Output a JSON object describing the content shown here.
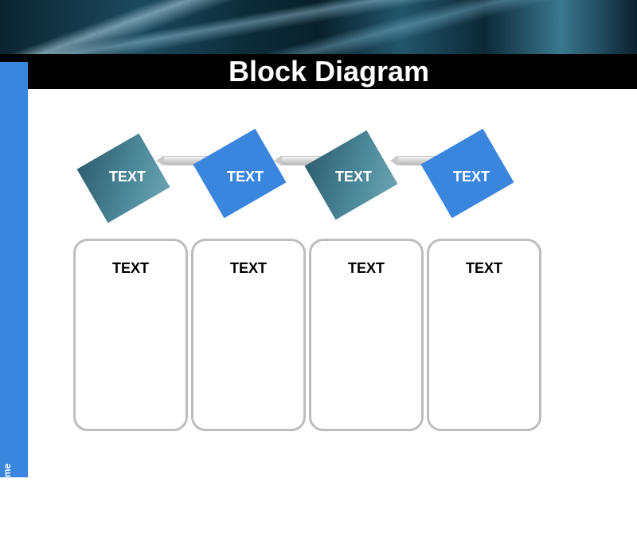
{
  "slide": {
    "title": "Block Diagram",
    "company_name": "company name"
  },
  "diagram": {
    "steps": [
      {
        "label": "TEXT",
        "style": "dark"
      },
      {
        "label": "TEXT",
        "style": "bright"
      },
      {
        "label": "TEXT",
        "style": "dark"
      },
      {
        "label": "TEXT",
        "style": "bright"
      }
    ],
    "boxes": [
      {
        "label": "TEXT"
      },
      {
        "label": "TEXT"
      },
      {
        "label": "TEXT"
      },
      {
        "label": "TEXT"
      }
    ]
  },
  "colors": {
    "accent_blue": "#3a86df",
    "teal": "#4a8697",
    "title_bar": "#000000",
    "box_border": "#bdbdbd"
  }
}
